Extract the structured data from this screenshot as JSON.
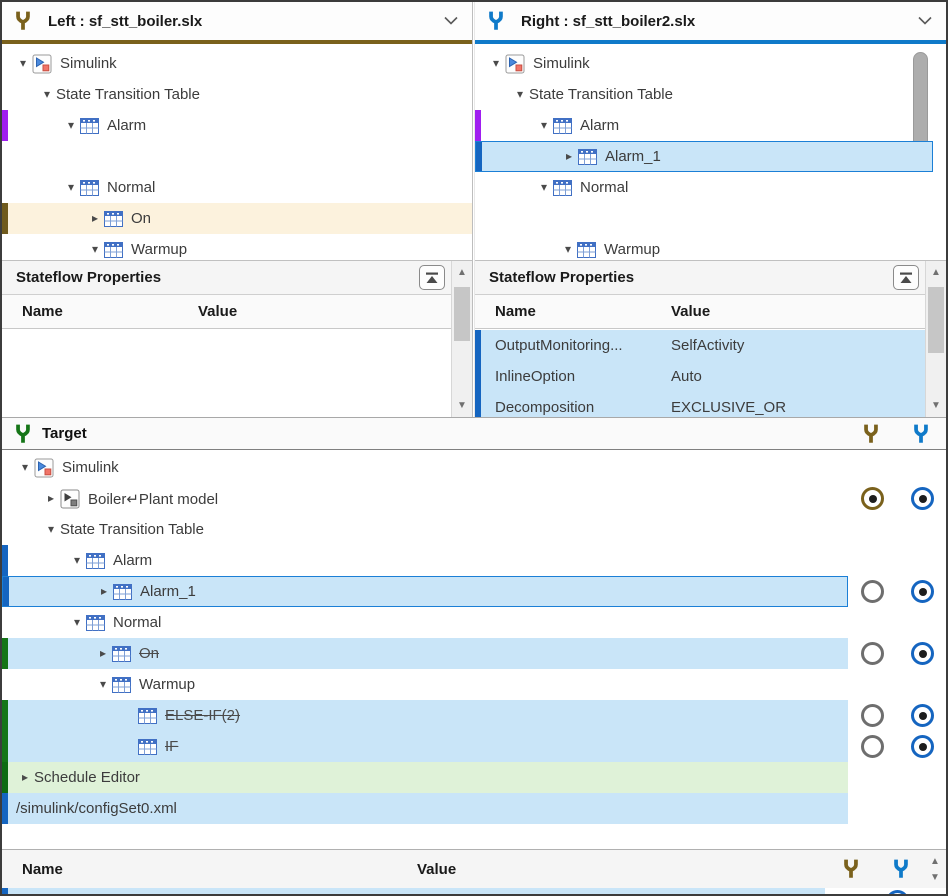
{
  "colors": {
    "left_accent": "#7a611c",
    "right_accent": "#0f7ac9",
    "target_accent": "#157517",
    "diff_purple": "#a01ef0",
    "diff_green_bar": "#157517",
    "diff_blue_bar": "#1565c0",
    "selection_bg": "#c9e5f8",
    "selection_border": "#1b7fd6",
    "left_highlight_bg": "#fcf2dd",
    "schedule_editor_bg": "#dff2d8",
    "radio_selected_blue": "#1565c0",
    "radio_selected_olive": "#7a611c"
  },
  "left_panel": {
    "title": "Left : sf_stt_boiler.slx",
    "merge_icon": "merge-icon-olive",
    "chevron_icon": "chevron-down-icon",
    "tree": [
      {
        "label": "Simulink",
        "level": 0,
        "twisty": "open",
        "icon": "simulink"
      },
      {
        "label": "State Transition Table",
        "level": 1,
        "twisty": "open",
        "icon": null
      },
      {
        "label": "Alarm",
        "level": 2,
        "twisty": "open",
        "icon": "table",
        "bar": "purple"
      },
      {
        "spacer": true
      },
      {
        "label": "Normal",
        "level": 2,
        "twisty": "open",
        "icon": "table"
      },
      {
        "label": "On",
        "level": 3,
        "twisty": "closed",
        "icon": "table",
        "bar": "olive",
        "bg": "bg-beige"
      },
      {
        "label": "Warmup",
        "level": 3,
        "twisty": "open",
        "icon": "table"
      }
    ],
    "props": {
      "title": "Stateflow Properties",
      "name_header": "Name",
      "value_header": "Value",
      "rows": []
    }
  },
  "right_panel": {
    "title": "Right : sf_stt_boiler2.slx",
    "merge_icon": "merge-icon-blue",
    "chevron_icon": "chevron-down-icon",
    "tree": [
      {
        "label": "Simulink",
        "level": 0,
        "twisty": "open",
        "icon": "simulink"
      },
      {
        "label": "State Transition Table",
        "level": 1,
        "twisty": "open",
        "icon": null
      },
      {
        "label": "Alarm",
        "level": 2,
        "twisty": "open",
        "icon": "table",
        "bar": "purple"
      },
      {
        "label": "Alarm_1",
        "level": 3,
        "twisty": "closed",
        "icon": "table",
        "bar": "blue",
        "bg": "bg-sel",
        "selected": true
      },
      {
        "label": "Normal",
        "level": 2,
        "twisty": "open",
        "icon": "table"
      },
      {
        "spacer": true
      },
      {
        "label": "Warmup",
        "level": 3,
        "twisty": "open",
        "icon": "table"
      }
    ],
    "props": {
      "title": "Stateflow Properties",
      "name_header": "Name",
      "value_header": "Value",
      "rows": [
        {
          "name": "OutputMonitoring...",
          "value": "SelfActivity"
        },
        {
          "name": "InlineOption",
          "value": "Auto"
        },
        {
          "name": "Decomposition",
          "value": "EXCLUSIVE_OR"
        }
      ]
    }
  },
  "target_panel": {
    "title": "Target",
    "merge_icon": "merge-icon-green",
    "left_choice_icon": "merge-icon-olive",
    "right_choice_icon": "merge-icon-blue",
    "tree": [
      {
        "label": "Simulink",
        "level": 0,
        "twisty": "open",
        "icon": "simulink"
      },
      {
        "label": "Boiler↵Plant model",
        "level": 1,
        "twisty": "closed",
        "icon": "model",
        "radio_left": "sel-olive",
        "radio_right": "sel-blue"
      },
      {
        "label": "State Transition Table",
        "level": 1,
        "twisty": "open",
        "icon": null
      },
      {
        "label": "Alarm",
        "level": 2,
        "twisty": "open",
        "icon": "table",
        "bar": "blue"
      },
      {
        "label": "Alarm_1",
        "level": 3,
        "twisty": "closed",
        "icon": "table",
        "bar": "blue",
        "bg": "bg-sel",
        "selected": true,
        "radio_left": "empty",
        "radio_right": "sel-blue"
      },
      {
        "label": "Normal",
        "level": 2,
        "twisty": "open",
        "icon": "table"
      },
      {
        "label": "On",
        "level": 3,
        "twisty": "closed",
        "icon": "table",
        "bar": "green",
        "bg": "bg-blue",
        "strike": true,
        "radio_left": "empty",
        "radio_right": "sel-blue"
      },
      {
        "label": "Warmup",
        "level": 3,
        "twisty": "open",
        "icon": "table"
      },
      {
        "label": "ELSE-IF(2)",
        "level": 4,
        "twisty": "none",
        "icon": "table",
        "bar": "green",
        "bg": "bg-blue",
        "strike": true,
        "radio_left": "empty",
        "radio_right": "sel-blue"
      },
      {
        "label": "IF",
        "level": 4,
        "twisty": "none",
        "icon": "table",
        "bar": "green",
        "bg": "bg-blue",
        "strike": true,
        "radio_left": "empty",
        "radio_right": "sel-blue"
      },
      {
        "label": "Schedule Editor",
        "level": 0,
        "twisty": "closed",
        "icon": null,
        "bar": "dgreen",
        "bg": "bg-green"
      },
      {
        "label": "/simulink/configSet0.xml",
        "level": 0,
        "twisty": "none",
        "icon": null,
        "bar": "blue",
        "bg": "bg-blue",
        "noslot": true
      }
    ]
  },
  "bottom_panel": {
    "name_header": "Name",
    "value_header": "Value",
    "left_choice_icon": "merge-icon-olive",
    "right_choice_icon": "merge-icon-blue",
    "partial_row": {
      "radio_right": "sel-blue"
    }
  }
}
